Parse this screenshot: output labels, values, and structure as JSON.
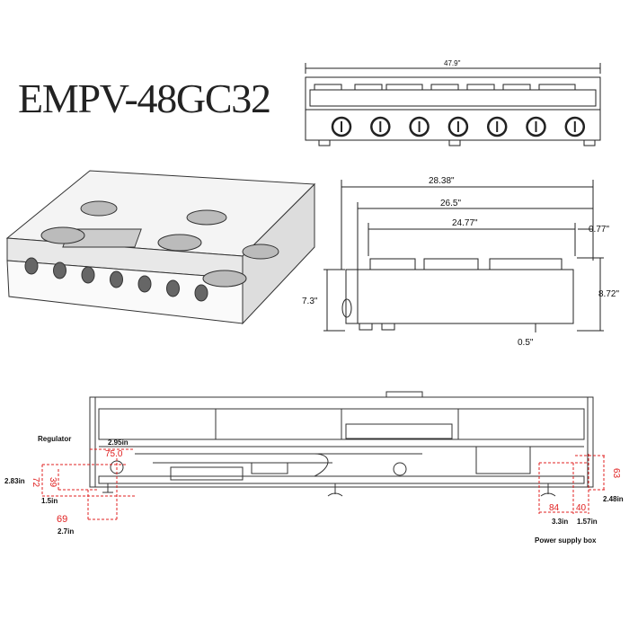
{
  "model_title": "EMPV-48GC32",
  "front_view": {
    "width_label": "47.9\"",
    "knob_count": 7
  },
  "side_view": {
    "depth_overall": "28.38\"",
    "depth_body": "26.5\"",
    "depth_grate": "24.77\"",
    "grate_offset": "0.77\"",
    "height_front": "7.3\"",
    "height_overall": "8.72\"",
    "foot_height": "0.5\""
  },
  "bottom_view": {
    "regulator_label": "Regulator",
    "reg_top_offset": "2.95in",
    "reg_width_mm": "75.0",
    "reg_height_mm": "72",
    "reg_inner_mm": "39",
    "reg_height_in": "2.83in",
    "reg_inner_in": "1.5in",
    "reg_offset_mm": "69",
    "reg_offset_in": "2.7in",
    "psu_height_mm": "63",
    "psu_height_in": "2.48in",
    "psu_width_mm": "84",
    "psu_offset_mm": "40",
    "psu_width_in": "3.3in",
    "psu_offset_in": "1.57in",
    "power_supply_label": "Power supply box"
  },
  "colors": {
    "line": "#222222",
    "dimension": "#e02020"
  }
}
